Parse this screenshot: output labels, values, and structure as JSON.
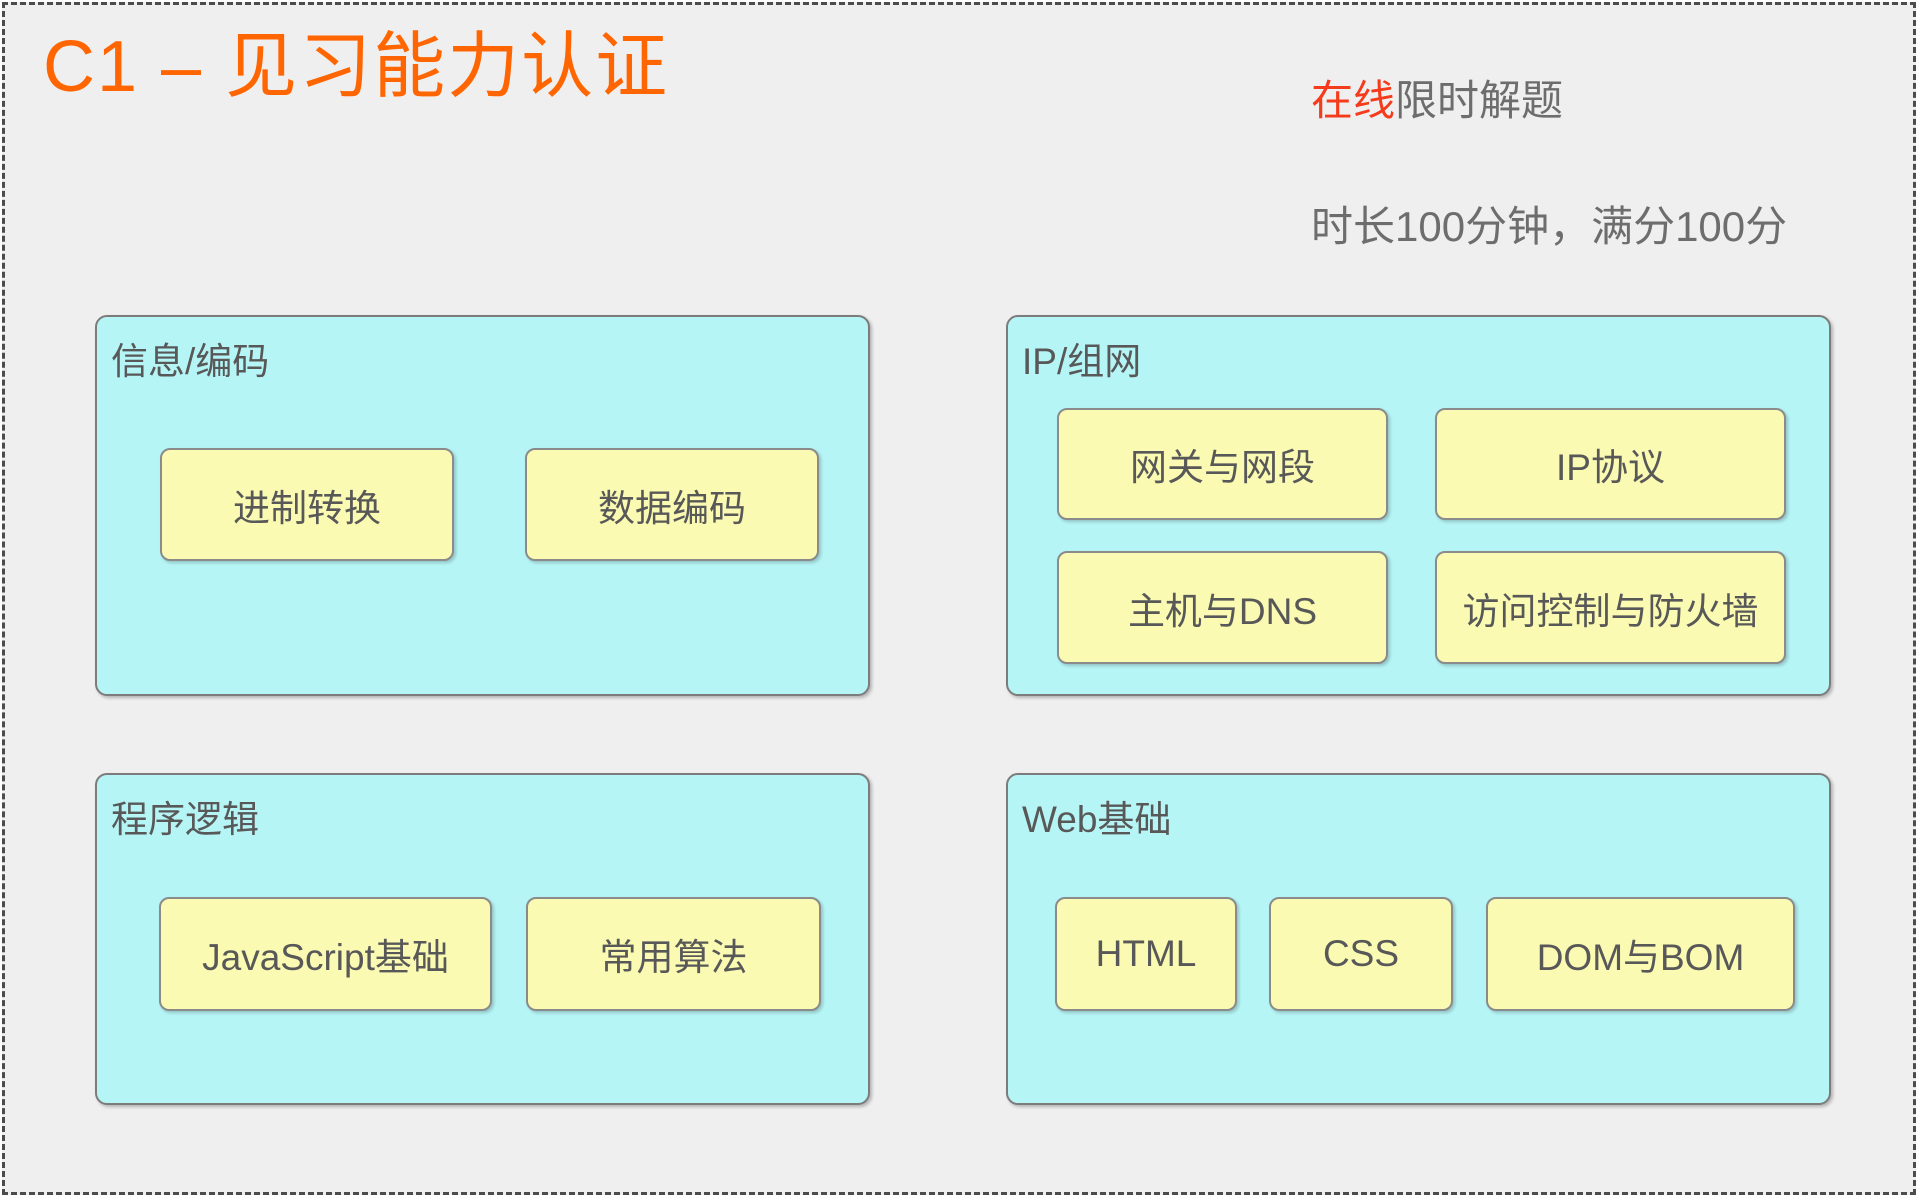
{
  "page": {
    "title": "C1 – 见习能力认证",
    "note_highlight": "在线",
    "note_rest": "限时解题",
    "note_line2": "时长100分钟，满分100分"
  },
  "colors": {
    "title_orange": "#ff6501",
    "highlight_red": "#f43b1c",
    "note_gray": "#6d6d6d",
    "group_fill_cyan": "#b6f5f6",
    "chip_fill_yellow": "#fafab3",
    "border_gray": "#7c7c7c",
    "text_gray": "#585858",
    "canvas_background": "#f0efef"
  },
  "groups": [
    {
      "label": "信息/编码",
      "items": [
        "进制转换",
        "数据编码"
      ]
    },
    {
      "label": "IP/组网",
      "items": [
        "网关与网段",
        "IP协议",
        "主机与DNS",
        "访问控制与防火墙"
      ]
    },
    {
      "label": "程序逻辑",
      "items": [
        "JavaScript基础",
        "常用算法"
      ]
    },
    {
      "label": "Web基础",
      "items": [
        "HTML",
        "CSS",
        "DOM与BOM"
      ]
    }
  ]
}
